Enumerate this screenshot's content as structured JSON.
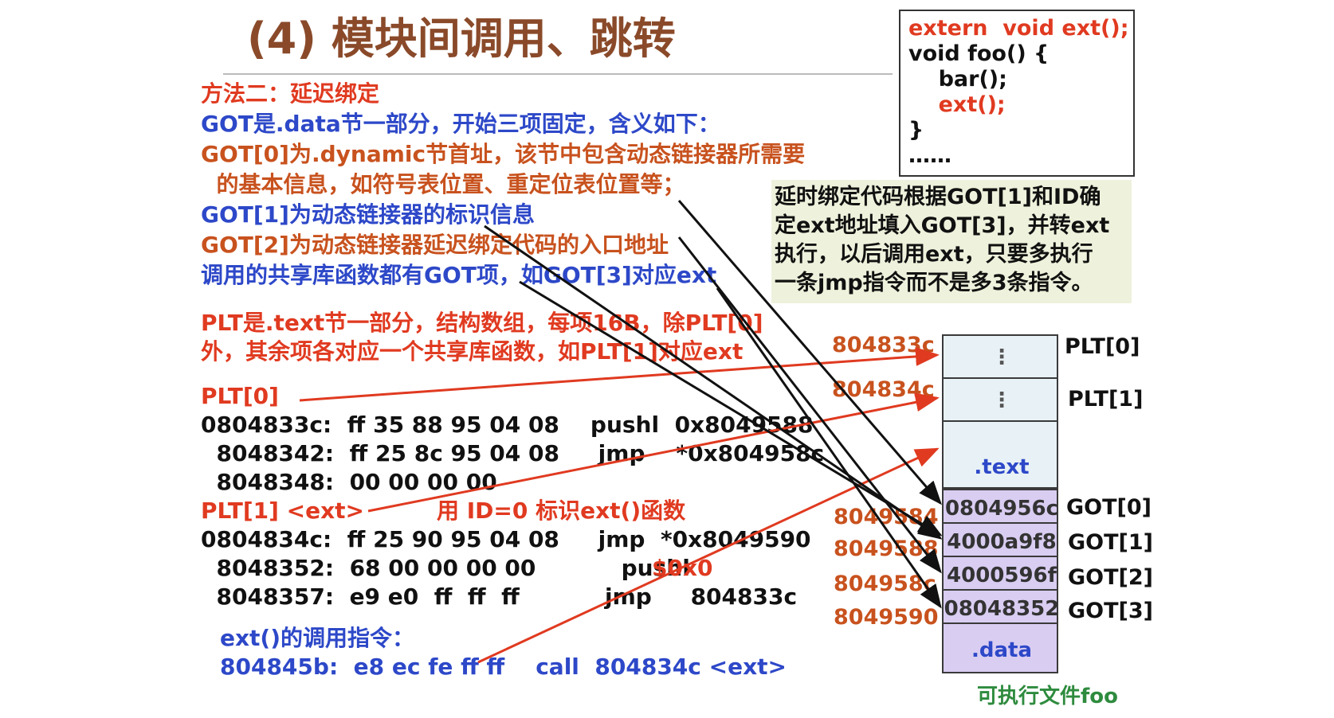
{
  "title": "(4) 模块间调用、跳转",
  "method_heading": "方法二：延迟绑定",
  "got_lines": [
    "GOT是.data节一部分，开始三项固定，含义如下：",
    "GOT[0]为.dynamic节首址，该节中包含动态链接器所需要",
    "  的基本信息，如符号表位置、重定位表位置等；",
    "GOT[1]为动态链接器的标识信息",
    "GOT[2]为动态链接器延迟绑定代码的入口地址",
    "调用的共享库函数都有GOT项，如GOT[3]对应ext"
  ],
  "plt_lines": [
    "PLT是.text节一部分，结构数组，每项16B，除PLT[0]",
    "外，其余项各对应一个共享库函数，如PLT[1]对应ext"
  ],
  "plt0": {
    "label": "PLT[0]",
    "rows": [
      "0804833c:  ff 35 88 95 04 08    pushl  0x8049588",
      "  8048342:  ff 25 8c 95 04 08     jmp    *0x804958c",
      "  8048348:  00 00 00 00"
    ]
  },
  "plt1": {
    "label": "PLT[1] <ext>",
    "comment": "用 ID=0 标识ext()函数",
    "rows": [
      "0804834c:  ff 25 90 95 04 08     jmp  *0x8049590",
      "  8048352:  68 00 00 00 00           pushl",
      "  8048357:  e9 e0  ff  ff  ff           jmp     804833c"
    ],
    "pushl_operand": "$0x0"
  },
  "ext_call": {
    "label": "ext()的调用指令：",
    "row": "804845b:  e8 ec fe ff ff    call  804834c <ext>"
  },
  "code_box": [
    "extern  void ext();",
    "void foo() {",
    "    bar();",
    "    ext();",
    "}",
    "……"
  ],
  "note": [
    "延时绑定代码根据GOT[1]和ID确",
    "定ext地址填入GOT[3]，并转ext",
    "执行，以后调用ext，只要多执行",
    "一条jmp指令而不是多3条指令。"
  ],
  "memory": {
    "text_addrs": [
      "804833c",
      "804834c"
    ],
    "plt_labels": [
      "PLT[0]",
      "PLT[1]"
    ],
    "text_cells": [
      "⋮",
      "⋮",
      ".text"
    ],
    "got_addrs": [
      "8049584",
      "8049588",
      "804958c",
      "8049590"
    ],
    "got_values": [
      "0804956c",
      "4000a9f8",
      "4000596f",
      "08048352"
    ],
    "got_labels": [
      "GOT[0]",
      "GOT[1]",
      "GOT[2]",
      "GOT[3]"
    ],
    "data_label": ".data",
    "caption": "可执行文件foo"
  },
  "colors": {
    "red": "#e03a20",
    "blue": "#2d48c8",
    "orange": "#c8521e",
    "text_fill": "#e8f1f5",
    "data_fill": "#d9cdf2",
    "note_fill": "#eef2dc"
  }
}
